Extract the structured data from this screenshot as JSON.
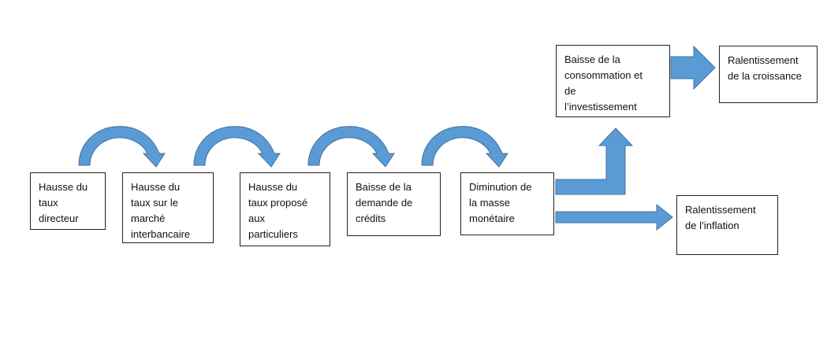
{
  "diagram": {
    "arrow_color": "#5B9BD5",
    "arrow_outline": "#41719C",
    "box_border": "#222222",
    "nodes": [
      {
        "id": "taux-directeur",
        "label": "Hausse du\ntaux\ndirecteur"
      },
      {
        "id": "taux-interbancaire",
        "label": "Hausse du\ntaux sur le\nmarché\ninterbancaire"
      },
      {
        "id": "taux-particuliers",
        "label": "Hausse du\ntaux proposé\naux\nparticuliers"
      },
      {
        "id": "demande-credits",
        "label": "Baisse de la\ndemande de\ncrédits"
      },
      {
        "id": "masse-monetaire",
        "label": "Diminution de\nla masse\nmonétaire"
      },
      {
        "id": "consommation-investissement",
        "label": "Baisse de la\nconsommation et\nde\nl’investissement"
      },
      {
        "id": "croissance",
        "label": "Ralentissement\nde la croissance"
      },
      {
        "id": "inflation",
        "label": "Ralentissement\nde l’inflation"
      }
    ]
  }
}
